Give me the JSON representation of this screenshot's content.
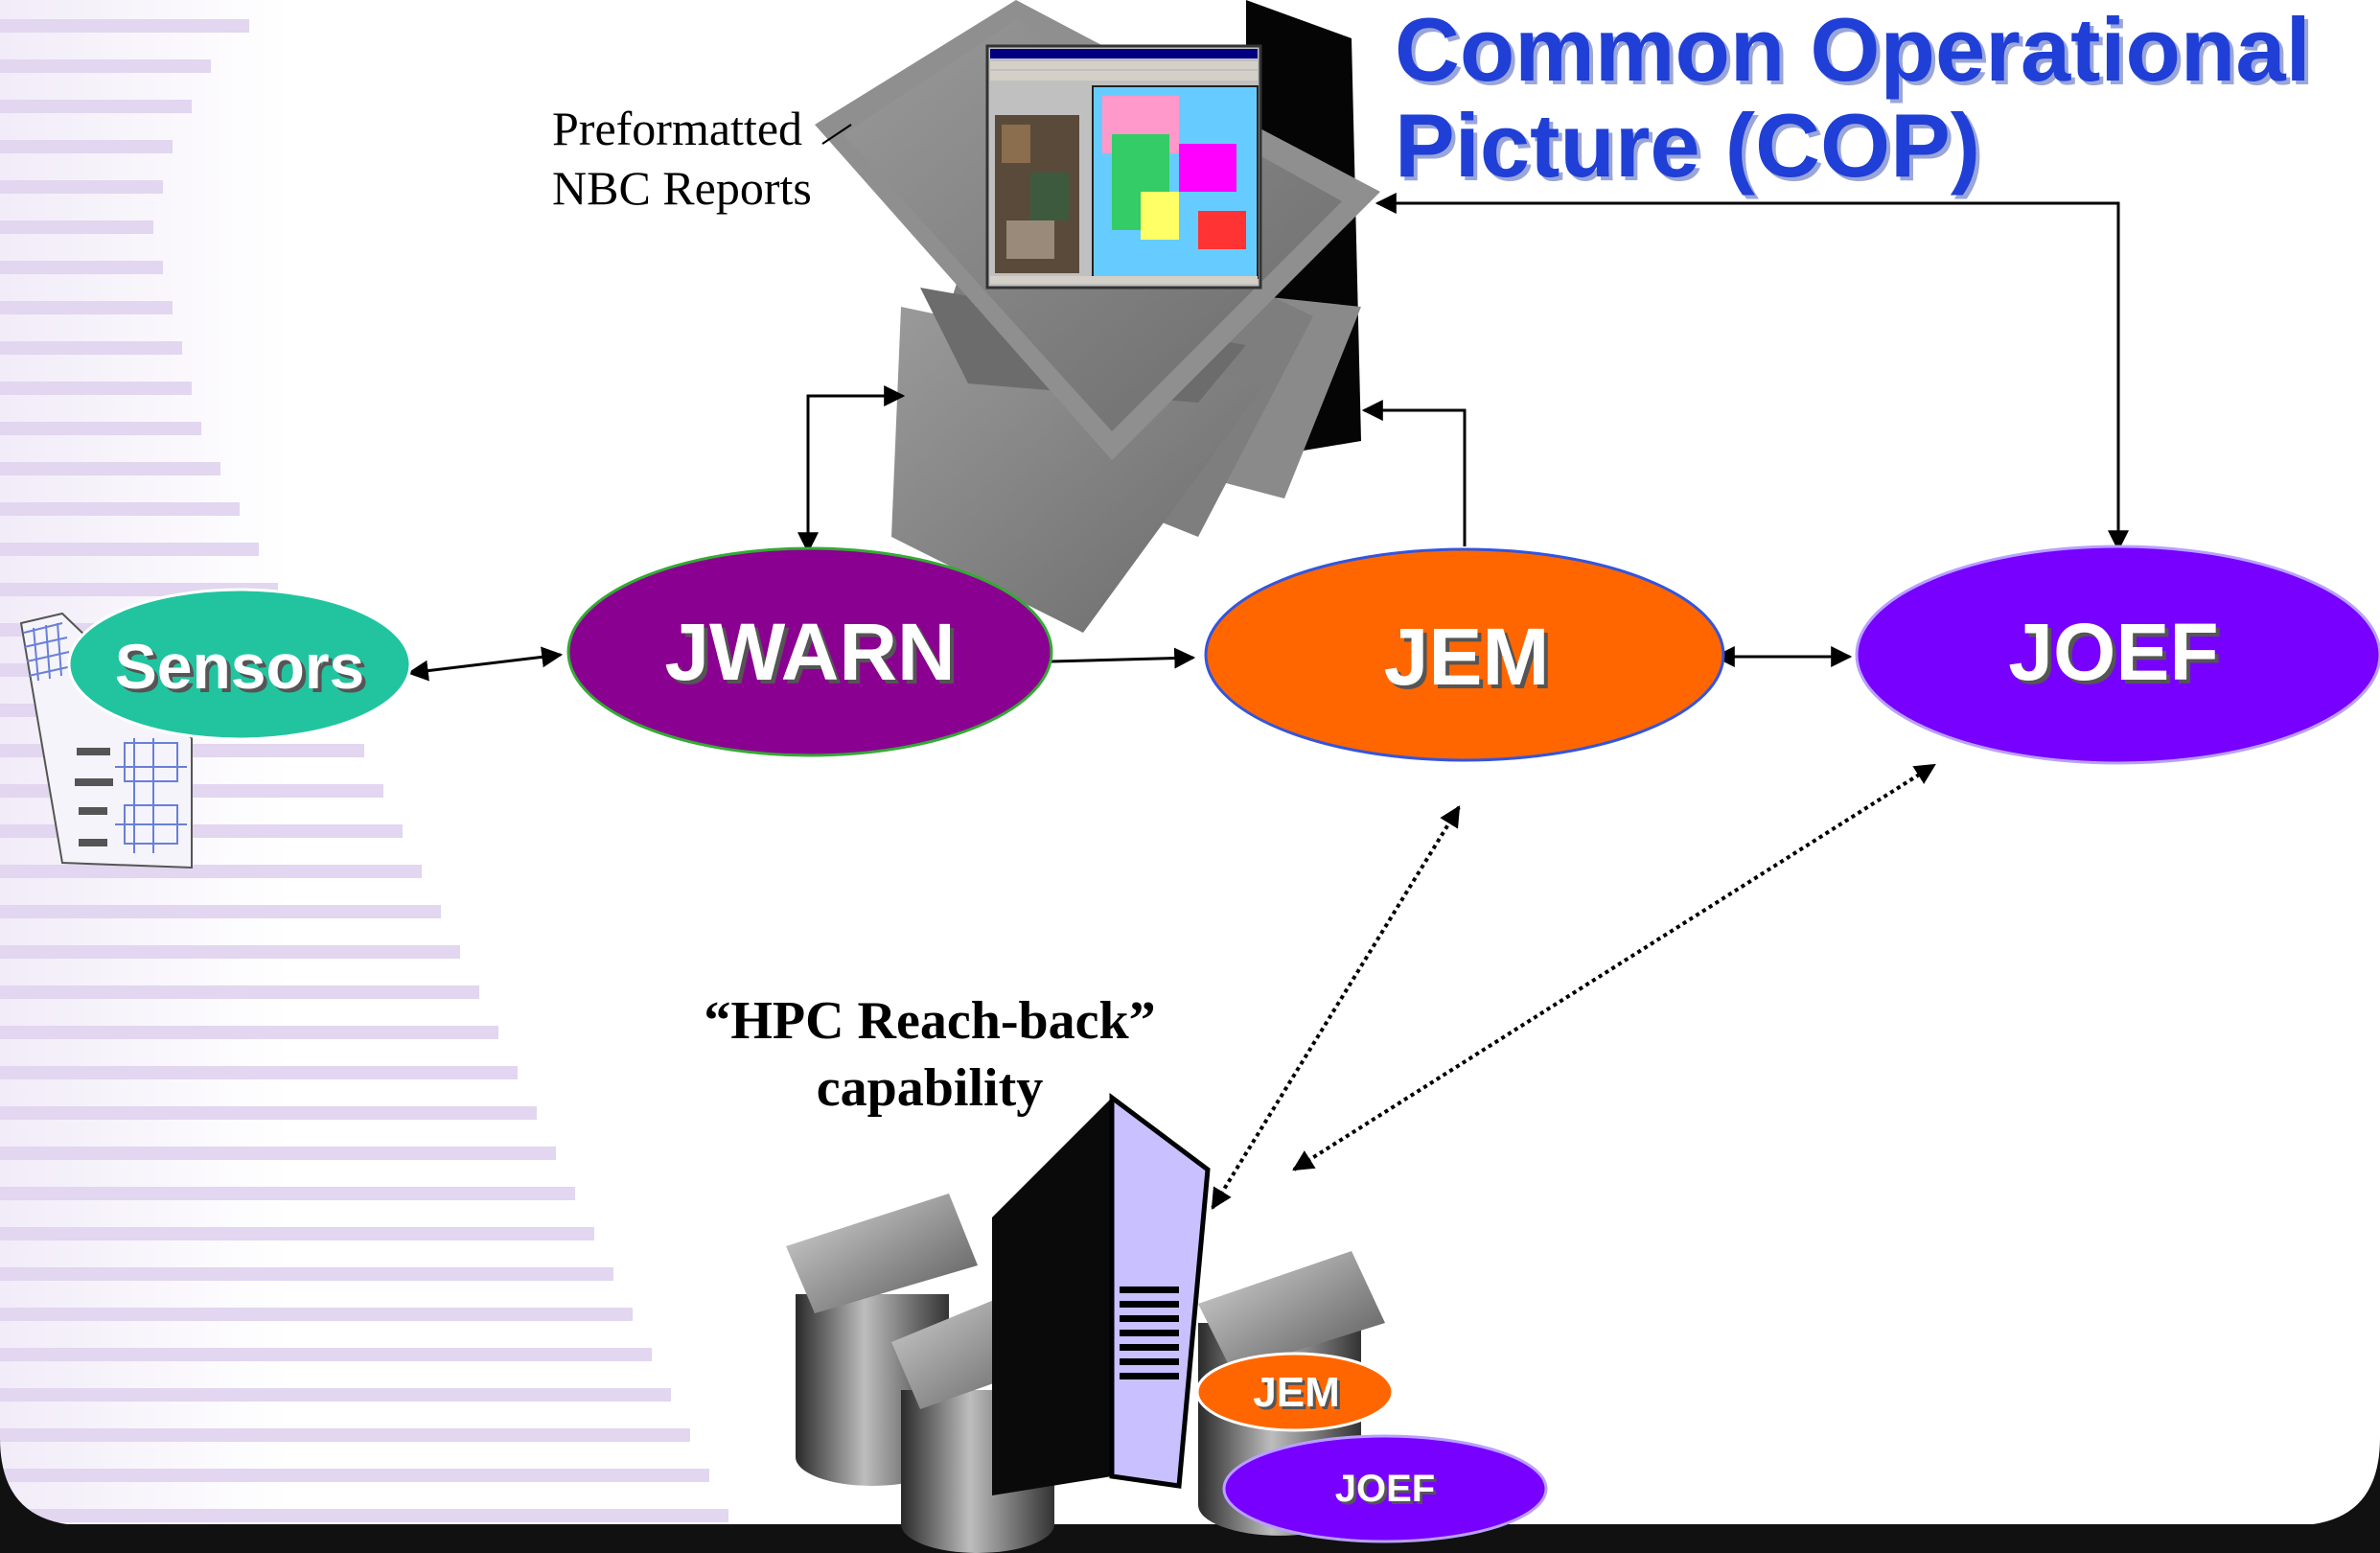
{
  "title": {
    "line1": "Common Operational",
    "line2": "Picture (COP)"
  },
  "cop_note": {
    "line1": "Preformatted",
    "line2": "NBC Reports"
  },
  "hpc": {
    "line1": "“HPC Reach-back”",
    "line2": "capability"
  },
  "nodes": {
    "sensors": "Sensors",
    "jwarn": "JWARN",
    "jem": "JEM",
    "joef": "JOEF"
  },
  "server_nodes": {
    "jem": "JEM",
    "joef": "JOEF"
  },
  "colors": {
    "title": "#1f3fd6",
    "sensors": "#22c4a0",
    "jwarn": "#8a0090",
    "jem": "#ff6600",
    "joef": "#7700ff"
  }
}
